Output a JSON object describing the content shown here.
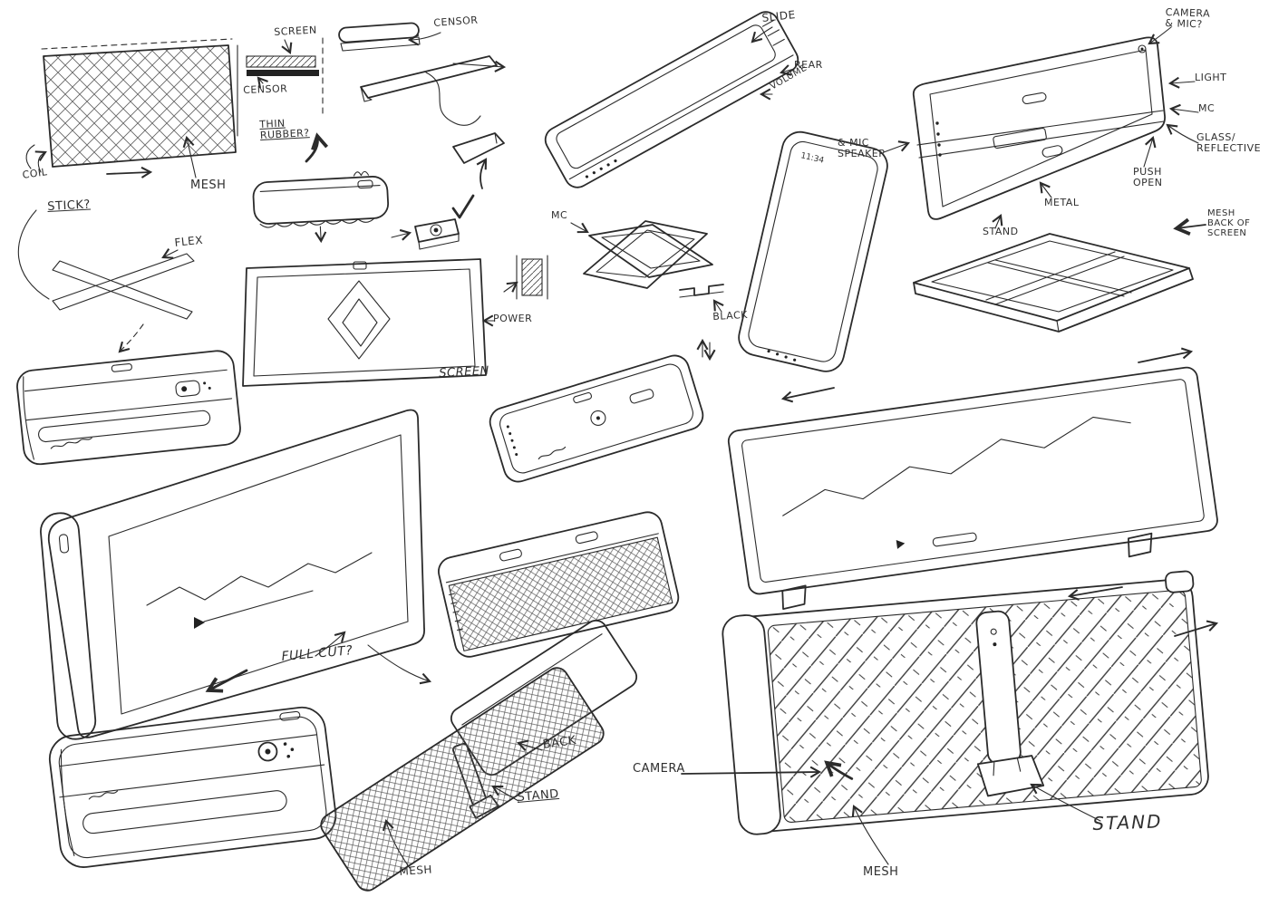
{
  "colors": {
    "background": "#ffffff",
    "ink": "#2b2b2b",
    "hatch": "#555555"
  },
  "annotations": {
    "screen_layers": "SCREEN",
    "censor_layers": "CENSOR",
    "thin_rubber": "THIN RUBBER?",
    "coil": "COIL",
    "stick": "STICK?",
    "mesh_top_left": "MESH",
    "flex": "FLEX",
    "censor_top": "CENSOR",
    "slide": "SLIDE",
    "rear": "REAR",
    "volume": "VOLUME",
    "mic_left": "MC",
    "black": "BLACK",
    "power": "POWER",
    "screen_center": "SCREEN",
    "camera_mic": "CAMERA & MIC?",
    "light": "LIGHT",
    "mic_right": "MC",
    "glass_reflective": "GLASS/ REFLECTIVE",
    "push_open": "PUSH OPEN",
    "metal": "METAL",
    "stand_right": "STAND",
    "mic_speaker": "& MIC SPEAKER",
    "mesh_back_of_screen": "MESH BACK OF SCREEN",
    "full_cut": "FULL CUT?",
    "back": "BACK",
    "stand_center": "STAND",
    "mesh_bottom_left": "MESH",
    "camera": "CAMERA",
    "mesh_bottom_center": "MESH",
    "stand_bottom_right": "STAND",
    "clock": "11:34"
  }
}
